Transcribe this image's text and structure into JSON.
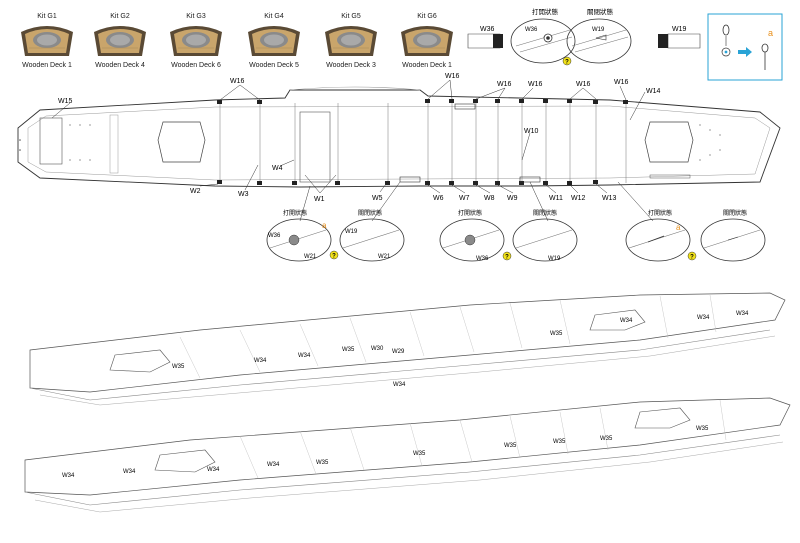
{
  "kits": [
    {
      "title": "Kit G1",
      "deck": "Wooden Deck 1"
    },
    {
      "title": "Kit G2",
      "deck": "Wooden Deck 4"
    },
    {
      "title": "Kit G3",
      "deck": "Wooden Deck 6"
    },
    {
      "title": "Kit G4",
      "deck": "Wooden Deck 5"
    },
    {
      "title": "Kit G5",
      "deck": "Wooden Deck 3"
    },
    {
      "title": "Kit G6",
      "deck": "Wooden Deck 1"
    }
  ],
  "detail_top": {
    "open_state": "打開狀態",
    "closed_state": "關閉狀態",
    "w36": "W36",
    "w19": "W19",
    "w36_inset": "W36",
    "w19_inset": "W19"
  },
  "inset_a": {
    "letter": "a"
  },
  "plan_labels": {
    "w15": "W15",
    "w16_a": "W16",
    "w16_b": "W16",
    "w16_c": "W16",
    "w16_d": "W16",
    "w16_e": "W16",
    "w16_f": "W16",
    "w14": "W14",
    "w10": "W10",
    "w2": "W2",
    "w3": "W3",
    "w4": "W4",
    "w1": "W1",
    "w5": "W5",
    "w6": "W6",
    "w7": "W7",
    "w8": "W8",
    "w9": "W9",
    "w11": "W11",
    "w12": "W12",
    "w13": "W13"
  },
  "callouts": {
    "c1": {
      "title": "打開狀態",
      "a": "W36",
      "b": "W21",
      "letter": "a"
    },
    "c2": {
      "title": "關閉狀態",
      "a": "W19",
      "b": "W21"
    },
    "c3": {
      "title": "打開狀態",
      "a": "W36"
    },
    "c4": {
      "title": "關閉狀態",
      "a": "W19"
    },
    "c5": {
      "title": "打開狀態",
      "letter": "a"
    },
    "c6": {
      "title": "關閉狀態"
    }
  },
  "view1_labels": {
    "w34_a": "W34",
    "w34_b": "W34",
    "w34_c": "W34",
    "w34_d": "W34",
    "w34_e": "W34",
    "w35_a": "W35",
    "w35_b": "W35",
    "w35_c": "W35",
    "w30": "W30",
    "w29": "W29"
  },
  "view2_labels": {
    "w34_a": "W34",
    "w34_b": "W34",
    "w34_c": "W34",
    "w34_d": "W34",
    "w35_a": "W35",
    "w35_b": "W35",
    "w35_c": "W35",
    "w35_d": "W35",
    "w35_e": "W35",
    "w35_f": "W35"
  },
  "colors": {
    "line": "#3a3a3a",
    "accent_blue": "#29a3d6",
    "badge_yellow": "#f2e21a",
    "letter_orange": "#e8901c",
    "wood": "#c9a56b"
  }
}
